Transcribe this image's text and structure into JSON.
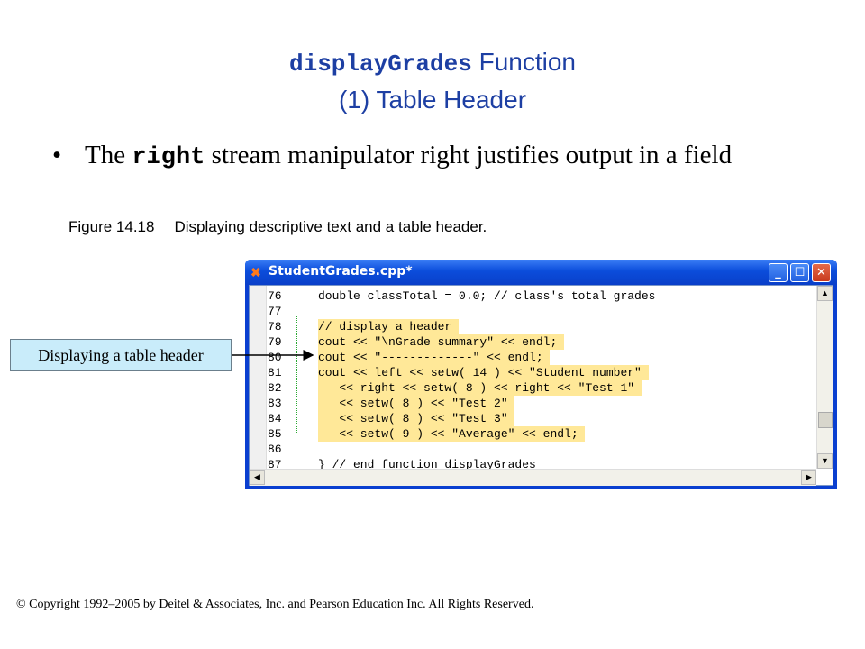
{
  "slide": {
    "title_code": "displayGrades",
    "title_text": " Function",
    "title_line2": "(1) Table Header",
    "bullet_char": "•",
    "bullet_pre": "The ",
    "bullet_code": "right",
    "bullet_post": " stream manipulator right justifies output in a field",
    "figure_number": "Figure 14.18",
    "figure_caption": "Displaying descriptive text and a table header.",
    "callout": "Displaying a table header",
    "copyright": "© Copyright 1992–2005 by Deitel & Associates, Inc. and Pearson Education Inc. All Rights Reserved."
  },
  "window": {
    "title": "StudentGrades.cpp*",
    "icons": [
      "app-icon",
      "minimize-icon",
      "maximize-icon",
      "close-icon"
    ],
    "code_lines": [
      {
        "num": "76",
        "text": "double classTotal = 0.0; // class's total grades",
        "highlight": false
      },
      {
        "num": "77",
        "text": "",
        "highlight": false
      },
      {
        "num": "78",
        "text": "// display a header",
        "highlight": true
      },
      {
        "num": "79",
        "text": "cout << \"\\nGrade summary\" << endl;",
        "highlight": true
      },
      {
        "num": "80",
        "text": "cout << \"-------------\" << endl;",
        "highlight": true
      },
      {
        "num": "81",
        "text": "cout << left << setw( 14 ) << \"Student number\"",
        "highlight": true
      },
      {
        "num": "82",
        "text": "   << right << setw( 8 ) << right << \"Test 1\"",
        "highlight": true
      },
      {
        "num": "83",
        "text": "   << setw( 8 ) << \"Test 2\"",
        "highlight": true
      },
      {
        "num": "84",
        "text": "   << setw( 8 ) << \"Test 3\"",
        "highlight": true
      },
      {
        "num": "85",
        "text": "   << setw( 9 ) << \"Average\" << endl;",
        "highlight": true
      },
      {
        "num": "86",
        "text": "",
        "highlight": false
      },
      {
        "num": "87",
        "text": "} // end function displayGrades",
        "highlight": false
      }
    ]
  },
  "colors": {
    "title": "#1d3fa3",
    "highlight": "#ffe898",
    "callout_bg": "#c9ecfa",
    "titlebar": "#0b4ddb"
  }
}
